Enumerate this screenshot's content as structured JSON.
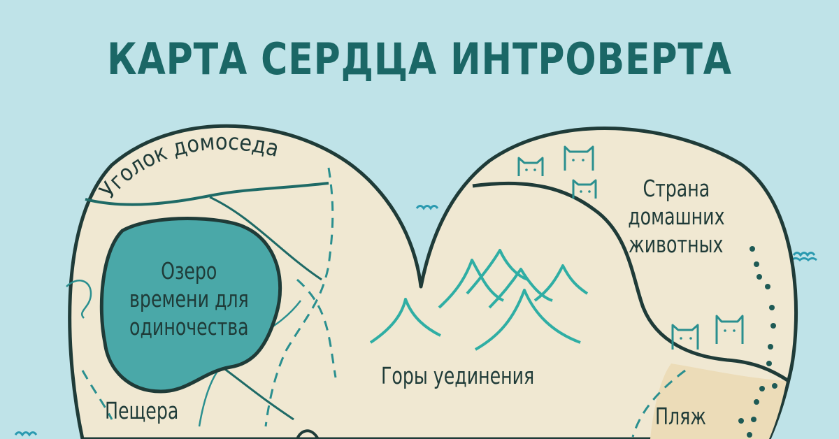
{
  "title": "КАРТА СЕРДЦА ИНТРОВЕРТА",
  "regions": {
    "homebody_corner": "Уголок домоседа",
    "lake_line1": "Озеро",
    "lake_line2": "времени для",
    "lake_line3": "одиночества",
    "cave": "Пещера",
    "mountains": "Горы уединения",
    "pets_line1": "Страна",
    "pets_line2": "домашних",
    "pets_line3": "животных",
    "beach": "Пляж"
  },
  "colors": {
    "background": "#bfe3e8",
    "land": "#f0e8d2",
    "lake": "#4aa8a8",
    "outline": "#1f3b38",
    "teal_lines": "#2a8f8f",
    "title": "#1b6766"
  }
}
